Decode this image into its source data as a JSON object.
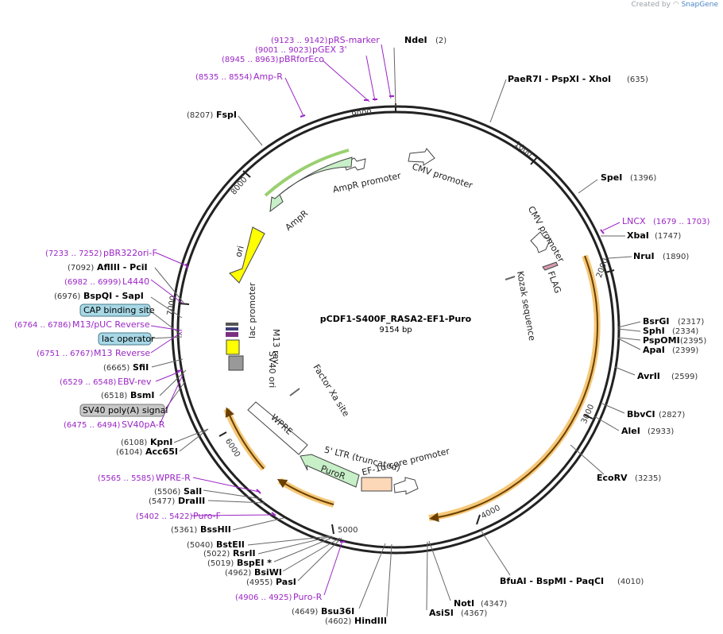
{
  "header": {
    "credit": "Created by",
    "brand": "SnapGene"
  },
  "plasmid": {
    "name": "pCDF1-S400F_RASA2-EF1-Puro",
    "length": "9154 bp"
  },
  "ring_ticks": [
    "1000",
    "2000",
    "3000",
    "4000",
    "5000",
    "6000",
    "7000",
    "8000",
    "9000"
  ],
  "enzymes": [
    {
      "name": "NdeI",
      "pos": "(2)"
    },
    {
      "name": "PaeR7I - PspXI - XhoI",
      "pos": "(635)"
    },
    {
      "name": "SpeI",
      "pos": "(1396)"
    },
    {
      "name": "XbaI",
      "pos": "(1747)"
    },
    {
      "name": "NruI",
      "pos": "(1890)"
    },
    {
      "name": "BsrGI",
      "pos": "(2317)"
    },
    {
      "name": "SphI",
      "pos": "(2334)"
    },
    {
      "name": "PspOMI",
      "pos": "(2395)"
    },
    {
      "name": "ApaI",
      "pos": "(2399)"
    },
    {
      "name": "AvrII",
      "pos": "(2599)"
    },
    {
      "name": "BbvCI",
      "pos": "(2827)"
    },
    {
      "name": "AleI",
      "pos": "(2933)"
    },
    {
      "name": "EcoRV",
      "pos": "(3235)"
    },
    {
      "name": "BfuAI - BspMI - PaqCI",
      "pos": "(4010)"
    },
    {
      "name": "NotI",
      "pos": "(4347)"
    },
    {
      "name": "AsiSI",
      "pos": "(4367)"
    },
    {
      "name": "HindIII",
      "pos": "(4602)"
    },
    {
      "name": "Bsu36I",
      "pos": "(4649)"
    },
    {
      "name": "PasI",
      "pos": "(4955)"
    },
    {
      "name": "BsiWI",
      "pos": "(4962)"
    },
    {
      "name": "BspEI *",
      "pos": "(5019)"
    },
    {
      "name": "RsrII",
      "pos": "(5022)"
    },
    {
      "name": "BstEII",
      "pos": "(5040)"
    },
    {
      "name": "BssHII",
      "pos": "(5361)"
    },
    {
      "name": "DraIII",
      "pos": "(5477)"
    },
    {
      "name": "SalI",
      "pos": "(5506)"
    },
    {
      "name": "Acc65I",
      "pos": "(6104)"
    },
    {
      "name": "KpnI",
      "pos": "(6108)"
    },
    {
      "name": "BsmI",
      "pos": "(6518)"
    },
    {
      "name": "SfiI",
      "pos": "(6665)"
    },
    {
      "name": "BspQI - SapI",
      "pos": "(6976)"
    },
    {
      "name": "AflIII - PciI",
      "pos": "(7092)"
    },
    {
      "name": "FspI",
      "pos": "(8207)"
    }
  ],
  "primers": [
    {
      "name": "pRS-marker",
      "pos": "(9123 .. 9142)"
    },
    {
      "name": "pGEX 3'",
      "pos": "(9001 .. 9023)"
    },
    {
      "name": "pBRforEco",
      "pos": "(8945 .. 8963)"
    },
    {
      "name": "Amp-R",
      "pos": "(8535 .. 8554)"
    },
    {
      "name": "LNCX",
      "pos": "(1679 .. 1703)"
    },
    {
      "name": "pBR322ori-F",
      "pos": "(7233 .. 7252)"
    },
    {
      "name": "L4440",
      "pos": "(6982 .. 6999)"
    },
    {
      "name": "M13/pUC Reverse",
      "pos": "(6764 .. 6786)"
    },
    {
      "name": "M13 Reverse",
      "pos": "(6751 .. 6767)"
    },
    {
      "name": "EBV-rev",
      "pos": "(6529 .. 6548)"
    },
    {
      "name": "SV40pA-R",
      "pos": "(6475 .. 6494)"
    },
    {
      "name": "WPRE-R",
      "pos": "(5565 .. 5585)"
    },
    {
      "name": "Puro-F",
      "pos": "(5402 .. 5422)"
    },
    {
      "name": "Puro-R",
      "pos": "(4906 .. 4925)"
    }
  ],
  "boxed_features": [
    "CAP binding site",
    "lac operator",
    "SV40 poly(A) signal"
  ],
  "feature_labels": {
    "ampr_promoter": "AmpR promoter",
    "cmv_promoter_1": "CMV promoter",
    "cmv_promoter_2": "CMV promoter",
    "ampr": "AmpR",
    "ori": "ori",
    "flag": "FLAG",
    "kozak": "Kozak sequence",
    "lac_promoter": "lac promoter",
    "m13_rev": "M13 rev",
    "sv40_ori": "SV40 ori",
    "factor_xa": "Factor Xa site",
    "wpre": "WPRE",
    "ltr": "5' LTR (truncated)",
    "ef1a": "EF-1α core promoter",
    "puror": "PuroR"
  },
  "colors": {
    "backbone": "#222222",
    "primer": "#9b26c5",
    "ampr_fill": "#c8f0c8",
    "ori_fill": "#ffff00",
    "highlight": "#f5c878",
    "orf_stroke": "#6b3f00",
    "box_fill": "#a8d8e6"
  }
}
